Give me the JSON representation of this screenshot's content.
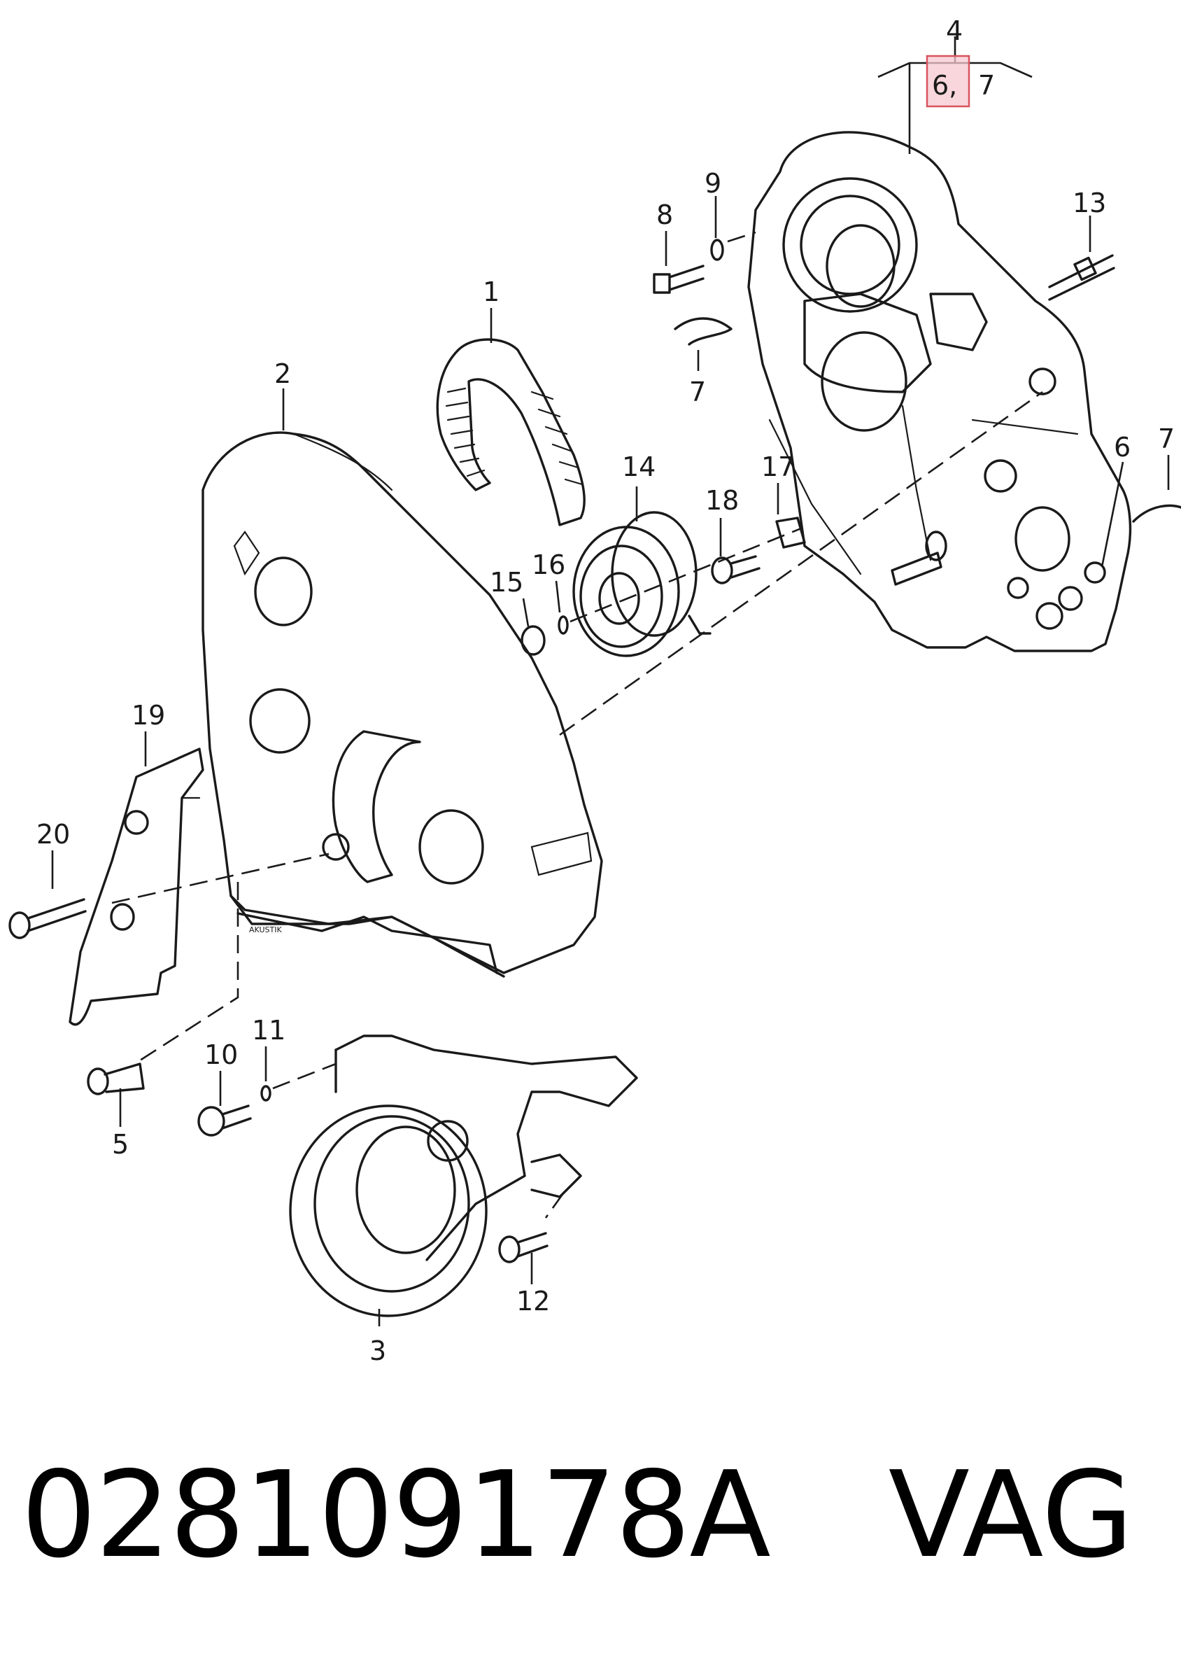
{
  "callouts": {
    "c1": "1",
    "c2": "2",
    "c3": "3",
    "c4": "4",
    "c5": "5",
    "c6": "6",
    "c7a": "7",
    "c7b": "7",
    "c7c": "7",
    "c8": "8",
    "c9": "9",
    "c10": "10",
    "c11": "11",
    "c12": "12",
    "c13": "13",
    "c14": "14",
    "c15": "15",
    "c16": "16",
    "c17": "17",
    "c18": "18",
    "c19": "19",
    "c20": "20",
    "c4_sub_a": "6,",
    "c4_sub_b": "7"
  },
  "cover_stamp": "AKUSTIK",
  "footer": {
    "part_number": "028109178A",
    "brand": "VAG"
  },
  "colors": {
    "line": "#1a1a1a",
    "highlight_fill": "#f6c8cf",
    "highlight_stroke": "#d9535f"
  }
}
